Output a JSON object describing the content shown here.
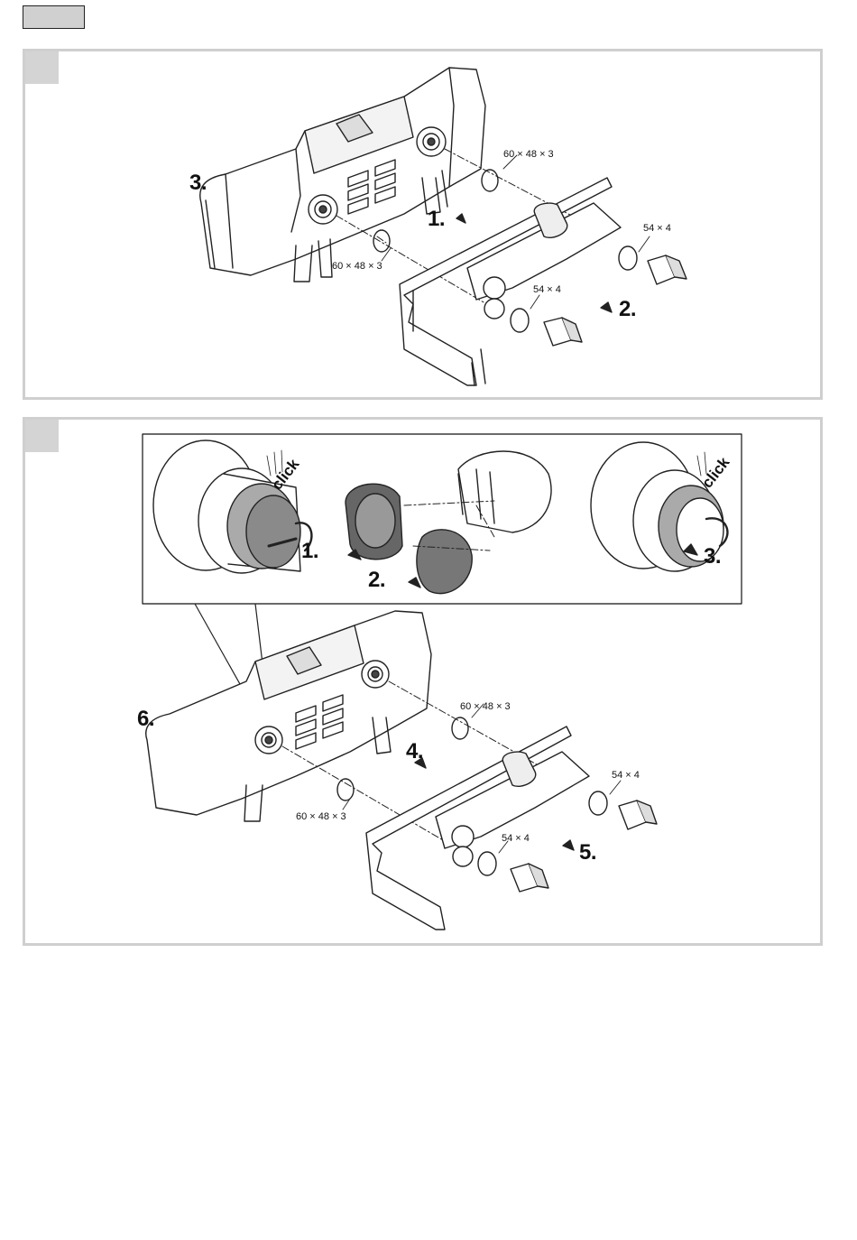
{
  "panel_1": {
    "steps": {
      "s1": "1.",
      "s2": "2.",
      "s3": "3."
    },
    "dims": {
      "top_oring": "60 × 48 × 3",
      "left_oring": "60 × 48 × 3",
      "right_oring": "54 × 4",
      "lower_oring": "54 × 4"
    }
  },
  "panel_2": {
    "inset": {
      "steps": {
        "s1": "1.",
        "s2": "2.",
        "s3": "3."
      },
      "click_left": "click",
      "click_right": "click"
    },
    "steps": {
      "s4": "4.",
      "s5": "5.",
      "s6": "6."
    },
    "dims": {
      "top_oring": "60 × 48 × 3",
      "left_oring": "60 × 48 × 3",
      "right_oring": "54 × 4",
      "lower_oring": "54 × 4"
    }
  }
}
